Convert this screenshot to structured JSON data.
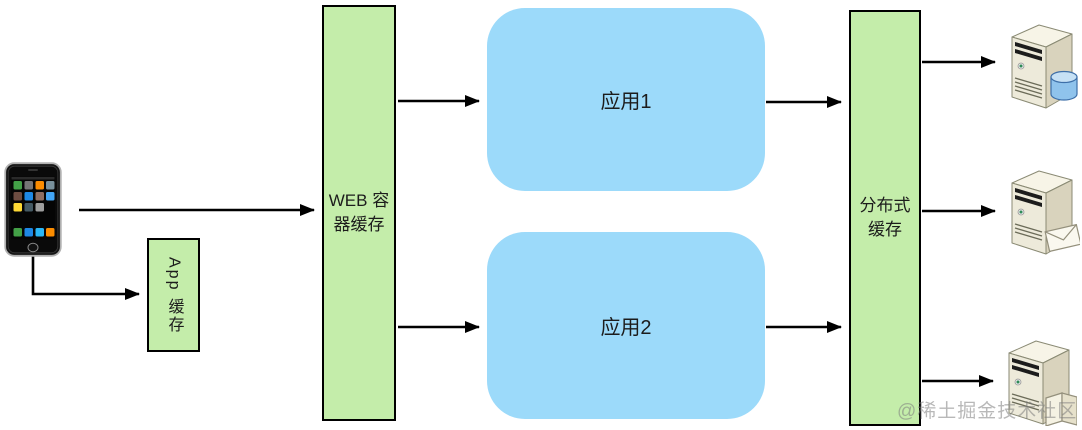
{
  "diagram": {
    "title": "multi-level cache architecture",
    "colors": {
      "cache_box_fill": "#c4edaa",
      "cache_box_border": "#000000",
      "app_box_fill": "#9cdafa",
      "arrow": "#000000",
      "watermark_text": "#7d7d7d"
    },
    "nodes": {
      "client": {
        "icon": "smartphone-icon"
      },
      "app_cache": {
        "label": "App 缓存"
      },
      "web_cache": {
        "label": "WEB 容器缓存"
      },
      "app1": {
        "label": "应用1"
      },
      "app2": {
        "label": "应用2"
      },
      "dist_cache": {
        "label": "分布式缓存"
      },
      "servers": [
        {
          "icon": "database-server-icon"
        },
        {
          "icon": "mail-server-icon"
        },
        {
          "icon": "file-server-icon"
        }
      ]
    },
    "edges": [
      {
        "from": "client",
        "to": "web_cache"
      },
      {
        "from": "client",
        "to": "app_cache"
      },
      {
        "from": "web_cache",
        "to": "app1"
      },
      {
        "from": "web_cache",
        "to": "app2"
      },
      {
        "from": "app1",
        "to": "dist_cache"
      },
      {
        "from": "app2",
        "to": "dist_cache"
      },
      {
        "from": "dist_cache",
        "to": "database-server"
      },
      {
        "from": "dist_cache",
        "to": "mail-server"
      },
      {
        "from": "dist_cache",
        "to": "file-server"
      }
    ]
  },
  "watermark": {
    "text": "@稀土掘金技术社区"
  }
}
